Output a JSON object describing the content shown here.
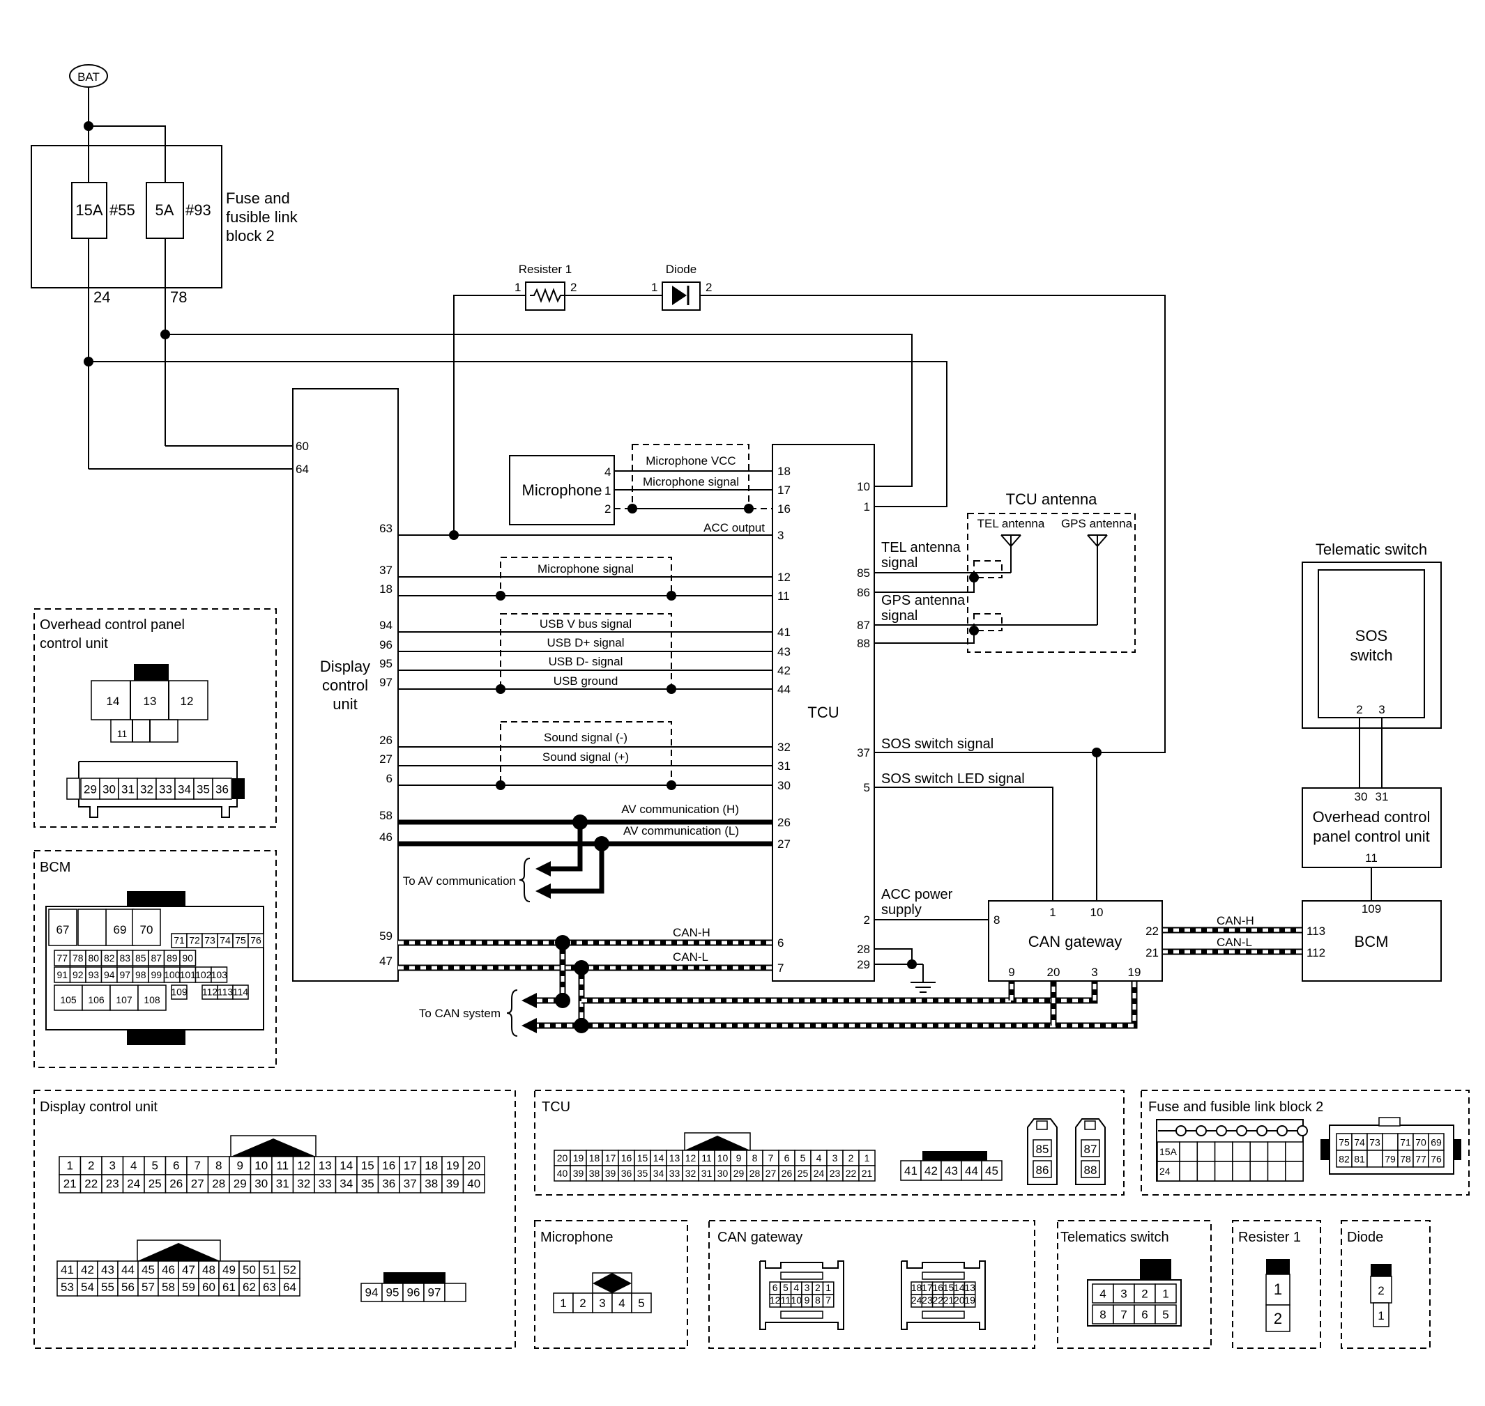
{
  "power": {
    "bat": "BAT"
  },
  "fuse_block": {
    "label_line1": "Fuse and",
    "label_line2": "fusible link",
    "label_line3": "block 2",
    "fuse1_rating": "15A",
    "fuse1_id": "#55",
    "fuse2_rating": "5A",
    "fuse2_id": "#93",
    "pin1": "24",
    "pin2": "78"
  },
  "resister": {
    "label": "Resister 1",
    "pin1": "1",
    "pin2": "2"
  },
  "diode": {
    "label": "Diode",
    "pin1": "1",
    "pin2": "2"
  },
  "display_unit": {
    "label_line1": "Display",
    "label_line2": "control",
    "label_line3": "unit",
    "pins": [
      "60",
      "64",
      "63",
      "37",
      "18",
      "94",
      "96",
      "95",
      "97",
      "26",
      "27",
      "6",
      "58",
      "46",
      "59",
      "47"
    ]
  },
  "microphone": {
    "label": "Microphone",
    "pins": [
      "4",
      "1",
      "2"
    ],
    "vcc": "Microphone VCC",
    "signal": "Microphone signal"
  },
  "tcu": {
    "label": "TCU",
    "left_pins": [
      "18",
      "17",
      "16",
      "3",
      "12",
      "11",
      "41",
      "43",
      "42",
      "44",
      "32",
      "31",
      "30",
      "26",
      "27",
      "6",
      "7"
    ],
    "right_pins": [
      "10",
      "1",
      "85",
      "86",
      "87",
      "88",
      "37",
      "5",
      "2",
      "28",
      "29"
    ]
  },
  "signals": {
    "acc_output": "ACC output",
    "mic_signal": "Microphone signal",
    "usb_vbus": "USB V bus signal",
    "usb_dplus": "USB D+ signal",
    "usb_dminus": "USB D- signal",
    "usb_ground": "USB ground",
    "sound_minus": "Sound signal (-)",
    "sound_plus": "Sound signal (+)",
    "av_h": "AV communication (H)",
    "av_l": "AV communication (L)",
    "to_av": "To AV communication",
    "can_h": "CAN-H",
    "can_l": "CAN-L",
    "to_can": "To CAN system",
    "tel_sig_1": "TEL antenna",
    "tel_sig_2": "signal",
    "gps_sig_1": "GPS antenna",
    "gps_sig_2": "signal",
    "sos_sig": "SOS switch signal",
    "sos_led": "SOS switch LED signal",
    "acc_pwr_1": "ACC power",
    "acc_pwr_2": "supply"
  },
  "tcu_antenna": {
    "label": "TCU antenna",
    "tel": "TEL antenna",
    "gps": "GPS antenna"
  },
  "telematic_switch": {
    "label": "Telematic switch",
    "sos_line1": "SOS",
    "sos_line2": "switch",
    "pin2": "2",
    "pin3": "3"
  },
  "overhead_unit": {
    "line1": "Overhead control",
    "line2": "panel control unit",
    "pin30": "30",
    "pin31": "31",
    "pin11": "11"
  },
  "can_gateway": {
    "label": "CAN gateway",
    "pins": {
      "p1": "1",
      "p10": "10",
      "p8": "8",
      "p22": "22",
      "p21": "21",
      "p9": "9",
      "p20": "20",
      "p3": "3",
      "p19": "19"
    }
  },
  "bcm": {
    "label": "BCM",
    "p109": "109",
    "p113": "113",
    "p112": "112"
  },
  "connectors": {
    "overhead": {
      "title_line1": "Overhead control panel",
      "title_line2": "control unit",
      "top": [
        "14",
        "13",
        "12"
      ],
      "sub": "11",
      "row": [
        "29",
        "30",
        "31",
        "32",
        "33",
        "34",
        "35",
        "36"
      ]
    },
    "bcm": {
      "title": "BCM",
      "big_top": [
        "67",
        "69",
        "70"
      ],
      "r1": [
        "71",
        "72",
        "73",
        "74",
        "75",
        "76"
      ],
      "r2": [
        "77",
        "78",
        "80",
        "82",
        "83",
        "85",
        "87",
        "89",
        "90"
      ],
      "r3": [
        "91",
        "92",
        "93",
        "94",
        "97",
        "98",
        "99",
        "100",
        "101",
        "102",
        "103"
      ],
      "r4": [
        "105",
        "106",
        "107",
        "108",
        "109",
        "112",
        "113",
        "114"
      ]
    },
    "display": {
      "title": "Display control unit",
      "row1": [
        "1",
        "2",
        "3",
        "4",
        "5",
        "6",
        "7",
        "8",
        "9",
        "10",
        "11",
        "12",
        "13",
        "14",
        "15",
        "16",
        "17",
        "18",
        "19",
        "20"
      ],
      "row2": [
        "21",
        "22",
        "23",
        "24",
        "25",
        "26",
        "27",
        "28",
        "29",
        "30",
        "31",
        "32",
        "33",
        "34",
        "35",
        "36",
        "37",
        "38",
        "39",
        "40"
      ],
      "row3": [
        "41",
        "42",
        "43",
        "44",
        "45",
        "46",
        "47",
        "48",
        "49",
        "50",
        "51",
        "52"
      ],
      "row4": [
        "53",
        "54",
        "55",
        "56",
        "57",
        "58",
        "59",
        "60",
        "61",
        "62",
        "63",
        "64"
      ],
      "row5": [
        "94",
        "95",
        "96",
        "97",
        ""
      ]
    },
    "tcu": {
      "title": "TCU",
      "row1": [
        "20",
        "19",
        "18",
        "17",
        "16",
        "15",
        "14",
        "13",
        "12",
        "11",
        "10",
        "9",
        "8",
        "7",
        "6",
        "5",
        "4",
        "3",
        "2",
        "1"
      ],
      "row2": [
        "40",
        "39",
        "38",
        "39",
        "36",
        "35",
        "34",
        "33",
        "32",
        "31",
        "30",
        "29",
        "28",
        "27",
        "26",
        "25",
        "24",
        "23",
        "22",
        "21"
      ],
      "row3": [
        "41",
        "42",
        "43",
        "44",
        "45"
      ],
      "ant1": [
        "85",
        "86"
      ],
      "ant2": [
        "87",
        "88"
      ]
    },
    "fuse": {
      "title": "Fuse and fusible link block 2",
      "left_labels": [
        "15A",
        "24"
      ],
      "r1": [
        "75",
        "74",
        "73",
        "",
        "71",
        "70",
        "69"
      ],
      "r2": [
        "82",
        "81",
        "",
        "79",
        "78",
        "77",
        "76"
      ]
    },
    "microphone": {
      "title": "Microphone",
      "row": [
        "1",
        "2",
        "3",
        "4",
        "5"
      ]
    },
    "can_gateway": {
      "title": "CAN gateway",
      "a1": [
        "6",
        "5",
        "4",
        "3",
        "2",
        "1"
      ],
      "a2": [
        "12",
        "11",
        "10",
        "9",
        "8",
        "7"
      ],
      "b1": [
        "18",
        "17",
        "16",
        "15",
        "14",
        "13"
      ],
      "b2": [
        "24",
        "23",
        "22",
        "21",
        "20",
        "19"
      ]
    },
    "telematics": {
      "title": "Telematics switch",
      "r1": [
        "4",
        "3",
        "2",
        "1"
      ],
      "r2": [
        "8",
        "7",
        "6",
        "5"
      ]
    },
    "resister": {
      "title": "Resister 1",
      "pins": [
        "1",
        "2"
      ]
    },
    "diode": {
      "title": "Diode",
      "pins": [
        "2",
        "1"
      ]
    }
  }
}
